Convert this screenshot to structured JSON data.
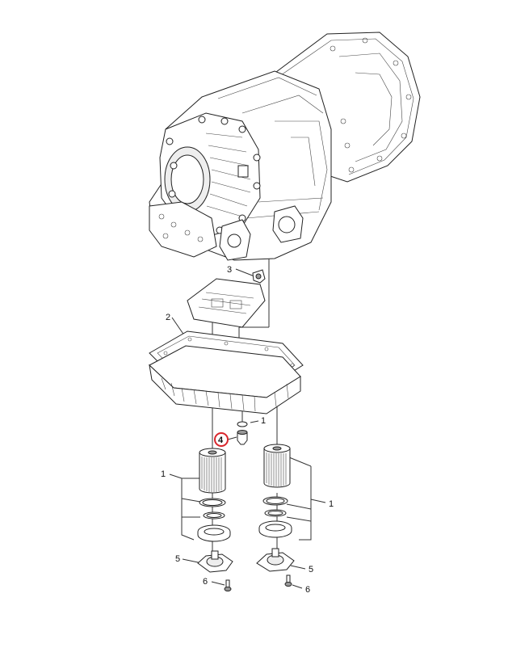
{
  "diagram": {
    "callouts": [
      {
        "id": "c3",
        "label": "3"
      },
      {
        "id": "c2",
        "label": "2"
      },
      {
        "id": "c1a",
        "label": "1"
      },
      {
        "id": "c4",
        "label": "4"
      },
      {
        "id": "c1b",
        "label": "1"
      },
      {
        "id": "c1c",
        "label": "1"
      },
      {
        "id": "c5a",
        "label": "5"
      },
      {
        "id": "c5b",
        "label": "5"
      },
      {
        "id": "c6a",
        "label": "6"
      },
      {
        "id": "c6b",
        "label": "6"
      }
    ],
    "highlight_color": "#d9262c"
  }
}
